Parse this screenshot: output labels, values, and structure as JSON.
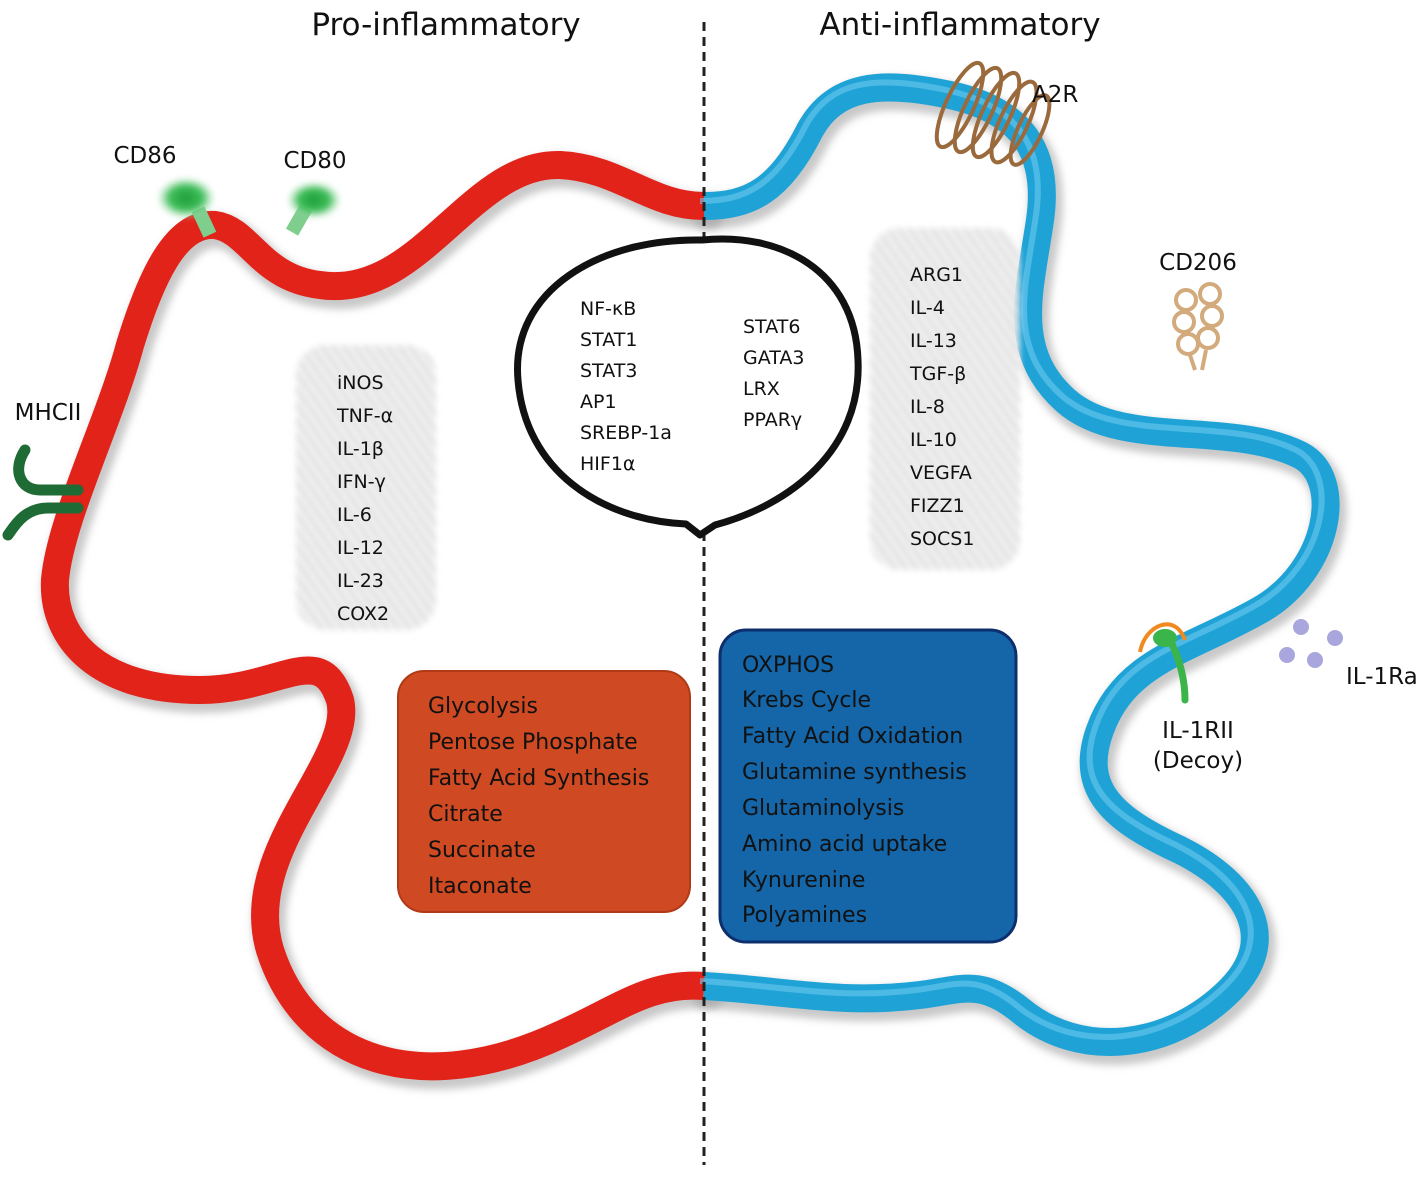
{
  "headers": {
    "left": "Pro-inflammatory",
    "right": "Anti-inflammatory"
  },
  "receptors": {
    "cd86": "CD86",
    "cd80": "CD80",
    "mhcii": "MHCII",
    "a2r": "A2R",
    "cd206": "CD206",
    "il1rii_line1": "IL-1RII",
    "il1rii_line2": "(Decoy)",
    "il1ra": "IL-1Ra"
  },
  "pro_markers": [
    "iNOS",
    "TNF-α",
    "IL-1β",
    "IFN-γ",
    "IL-6",
    "IL-12",
    "IL-23",
    "COX2"
  ],
  "anti_markers": [
    "ARG1",
    "IL-4",
    "IL-13",
    "TGF-β",
    "IL-8",
    "IL-10",
    "VEGFA",
    "FIZZ1",
    "SOCS1"
  ],
  "nucleus_pro": [
    "NF-κB",
    "STAT1",
    "STAT3",
    "AP1",
    "SREBP-1a",
    "HIF1α"
  ],
  "nucleus_anti": [
    "STAT6",
    "GATA3",
    "LRX",
    "PPARγ"
  ],
  "pro_metabolism": [
    "Glycolysis",
    "Pentose Phosphate",
    "Fatty Acid Synthesis",
    "Citrate",
    "Succinate",
    "Itaconate"
  ],
  "anti_metabolism": [
    "OXPHOS",
    "Krebs Cycle",
    "Fatty Acid Oxidation",
    "Glutamine synthesis",
    "Glutaminolysis",
    "Amino acid uptake",
    "Kynurenine",
    "Polyamines"
  ],
  "colors": {
    "pro_membrane": "#e2231a",
    "anti_membrane": "#1fa3d6",
    "pro_box": "#cf4a22",
    "anti_box": "#1466a8",
    "costim_green": "#2eb84a",
    "mhc_green": "#1f6b35",
    "a2r_brown": "#9b6a3c",
    "cd206_tan": "#d2aa7c",
    "il1ra_purple": "#a9a6dd",
    "decoy_orange": "#f08a1e",
    "decoy_green": "#3bb54a"
  }
}
